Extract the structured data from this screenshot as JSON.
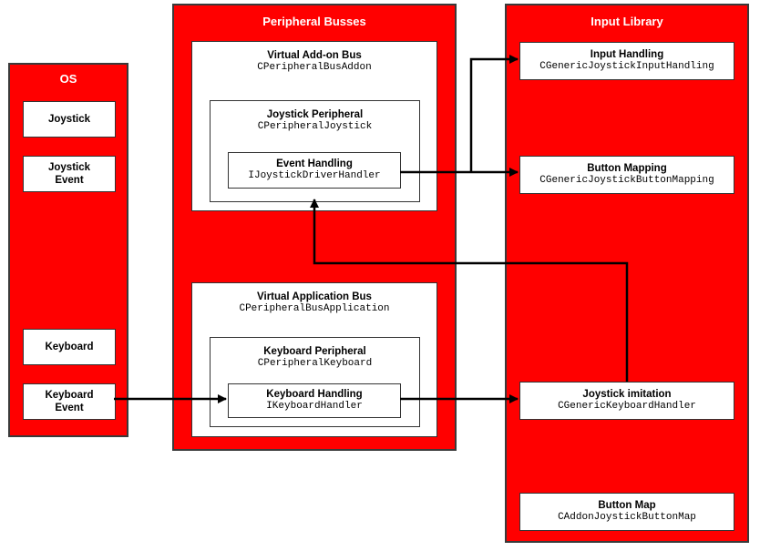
{
  "colors": {
    "panel": "#ff0000",
    "box": "#ffffff",
    "line": "#000000"
  },
  "os": {
    "title": "OS",
    "items": [
      {
        "label": "Joystick"
      },
      {
        "label": "Joystick Event"
      },
      {
        "label": "Keyboard"
      },
      {
        "label": "Keyboard Event"
      }
    ]
  },
  "peripheral_busses": {
    "title": "Peripheral Busses",
    "addon_bus": {
      "label": "Virtual Add-on Bus",
      "class": "CPeripheralBusAddon"
    },
    "joystick_peripheral": {
      "label": "Joystick Peripheral",
      "class": "CPeripheralJoystick"
    },
    "event_handling": {
      "label": "Event Handling",
      "class": "IJoystickDriverHandler"
    },
    "application_bus": {
      "label": "Virtual Application Bus",
      "class": "CPeripheralBusApplication"
    },
    "keyboard_peripheral": {
      "label": "Keyboard Peripheral",
      "class": "CPeripheralKeyboard"
    },
    "keyboard_handling": {
      "label": "Keyboard Handling",
      "class": "IKeyboardHandler"
    }
  },
  "input_library": {
    "title": "Input Library",
    "input_handling": {
      "label": "Input Handling",
      "class": "CGenericJoystickInputHandling"
    },
    "button_mapping": {
      "label": "Button Mapping",
      "class": "CGenericJoystickButtonMapping"
    },
    "joystick_imitation": {
      "label": "Joystick imitation",
      "class": "CGenericKeyboardHandler"
    },
    "button_map": {
      "label": "Button Map",
      "class": "CAddonJoystickButtonMap"
    }
  }
}
